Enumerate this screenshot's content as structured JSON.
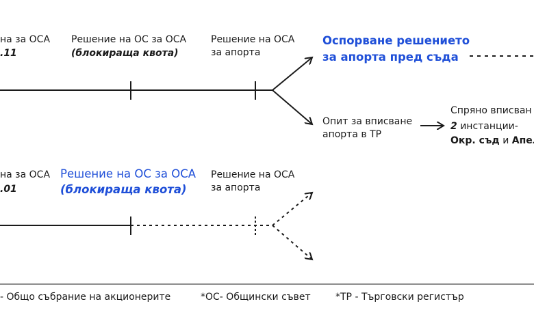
{
  "top": {
    "cut_label_line1": "на за ОСА",
    "cut_label_line2": ".11",
    "os_decision_line1": "Решение на ОС за ОСА",
    "os_decision_line2": "(блокираща квота)",
    "osa_decision_line1": "Решение на ОСА",
    "osa_decision_line2": "за апорта",
    "challenge_line1": "Оспорване решението",
    "challenge_line2": "за апорта пред съда",
    "register_attempt_line1": "Опит за вписване",
    "register_attempt_line2": "апорта в ТР",
    "stopped_line1": "Спряно вписван",
    "stopped_count": "2",
    "stopped_line2_rest": " инстанции-",
    "stopped_court1": "Окр. съд",
    "stopped_and": " и ",
    "stopped_court2": "Апел"
  },
  "bottom": {
    "cut_label_line1": "на за ОСА",
    "cut_label_line2": ".01",
    "os_decision_line1": "Решение на ОС за ОСА",
    "os_decision_line2": "(блокираща квота)",
    "osa_decision_line1": "Решение на ОСА",
    "osa_decision_line2": "за апорта"
  },
  "legend": {
    "item1": "- Общо събрание на акционерите",
    "item2": "*ОС- Общински съвет",
    "item3": "*ТР - Търговски регистър"
  },
  "colors": {
    "accent": "#1f4fd8",
    "line": "#1a1a1a"
  }
}
